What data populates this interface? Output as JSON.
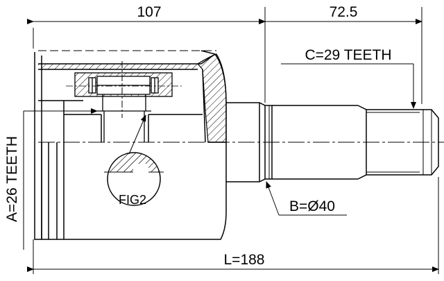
{
  "dimensions": {
    "body_length": "107",
    "shaft_length": "72.5",
    "overall_length": "L=188"
  },
  "labels": {
    "spline_a": "A=26 TEETH",
    "spline_c": "C=29 TEETH",
    "shaft_diameter": "B=Ø40",
    "detail_callout": "FIG2"
  },
  "colors": {
    "line": "#000000",
    "background": "#ffffff"
  }
}
